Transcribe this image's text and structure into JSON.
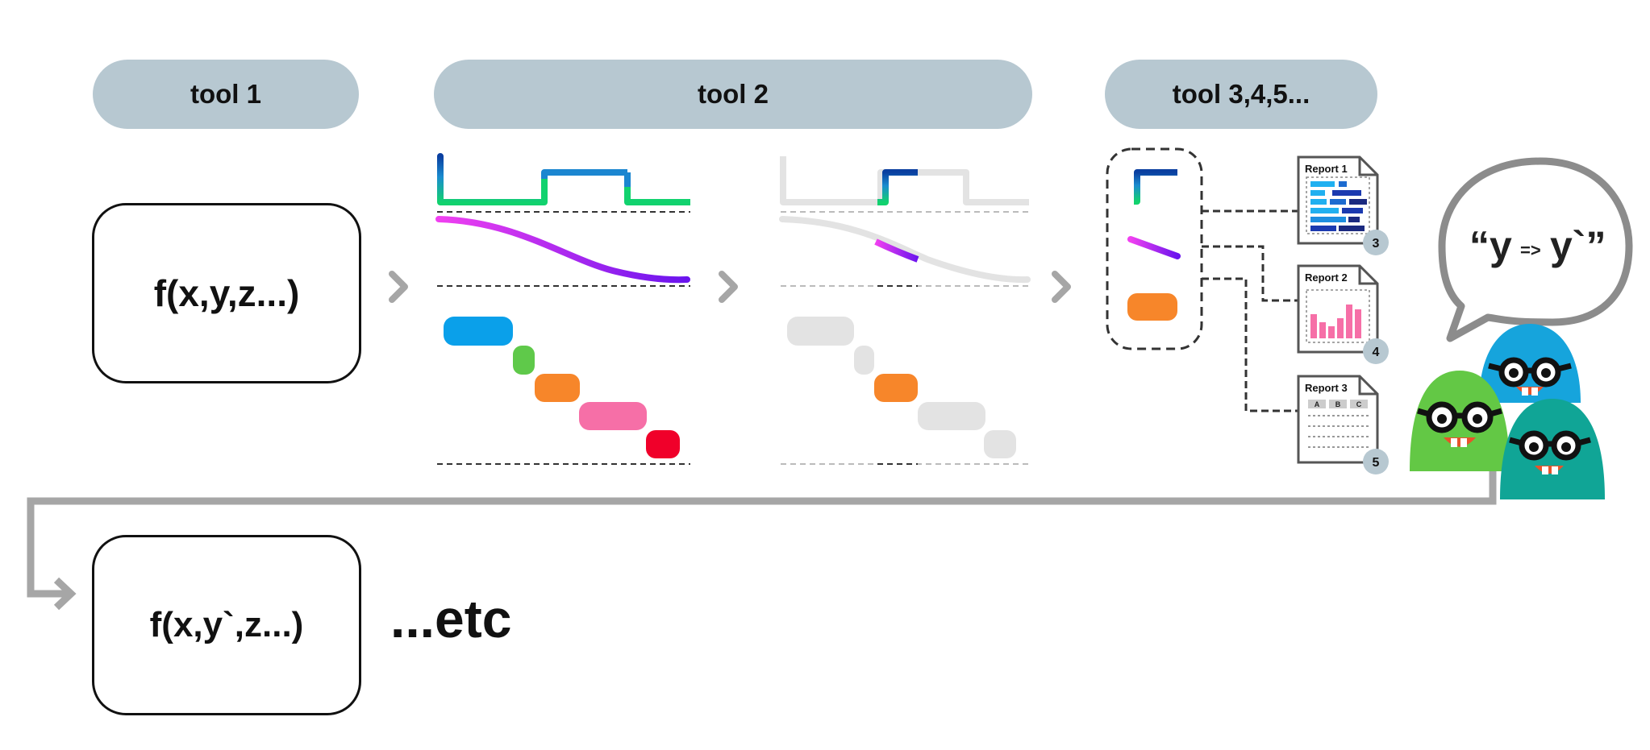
{
  "headers": {
    "tool1": "tool 1",
    "tool2": "tool 2",
    "tool3": "tool 3,4,5..."
  },
  "functions": {
    "f1": "f(x,y,z...)",
    "f2": "f(x,y`,z...)",
    "etc": "...etc"
  },
  "reports": [
    {
      "title": "Report 1",
      "badge": "3"
    },
    {
      "title": "Report 2",
      "badge": "4"
    },
    {
      "title": "Report 3",
      "badge": "5"
    }
  ],
  "report3_columns": [
    "A",
    "B",
    "C"
  ],
  "speech": {
    "open": "“y",
    "arrow": "=>",
    "close": "y`”"
  },
  "colors": {
    "pill": "#b7c8d1",
    "arrow": "#a6a6a6",
    "blue": "#0aa0ea",
    "green": "#5fc94a",
    "orange": "#f7862a",
    "pink": "#f66fa7",
    "red": "#f0002a",
    "purple": "#7a1cf0",
    "magenta": "#f03cf0",
    "faded": "#e3e3e3",
    "avatar_blue": "#16a4dc",
    "avatar_green": "#63c845",
    "avatar_teal": "#10a596"
  },
  "icons": [
    "chevron-right-icon",
    "speech-bubble-icon",
    "document-icon",
    "avatar-icon"
  ]
}
